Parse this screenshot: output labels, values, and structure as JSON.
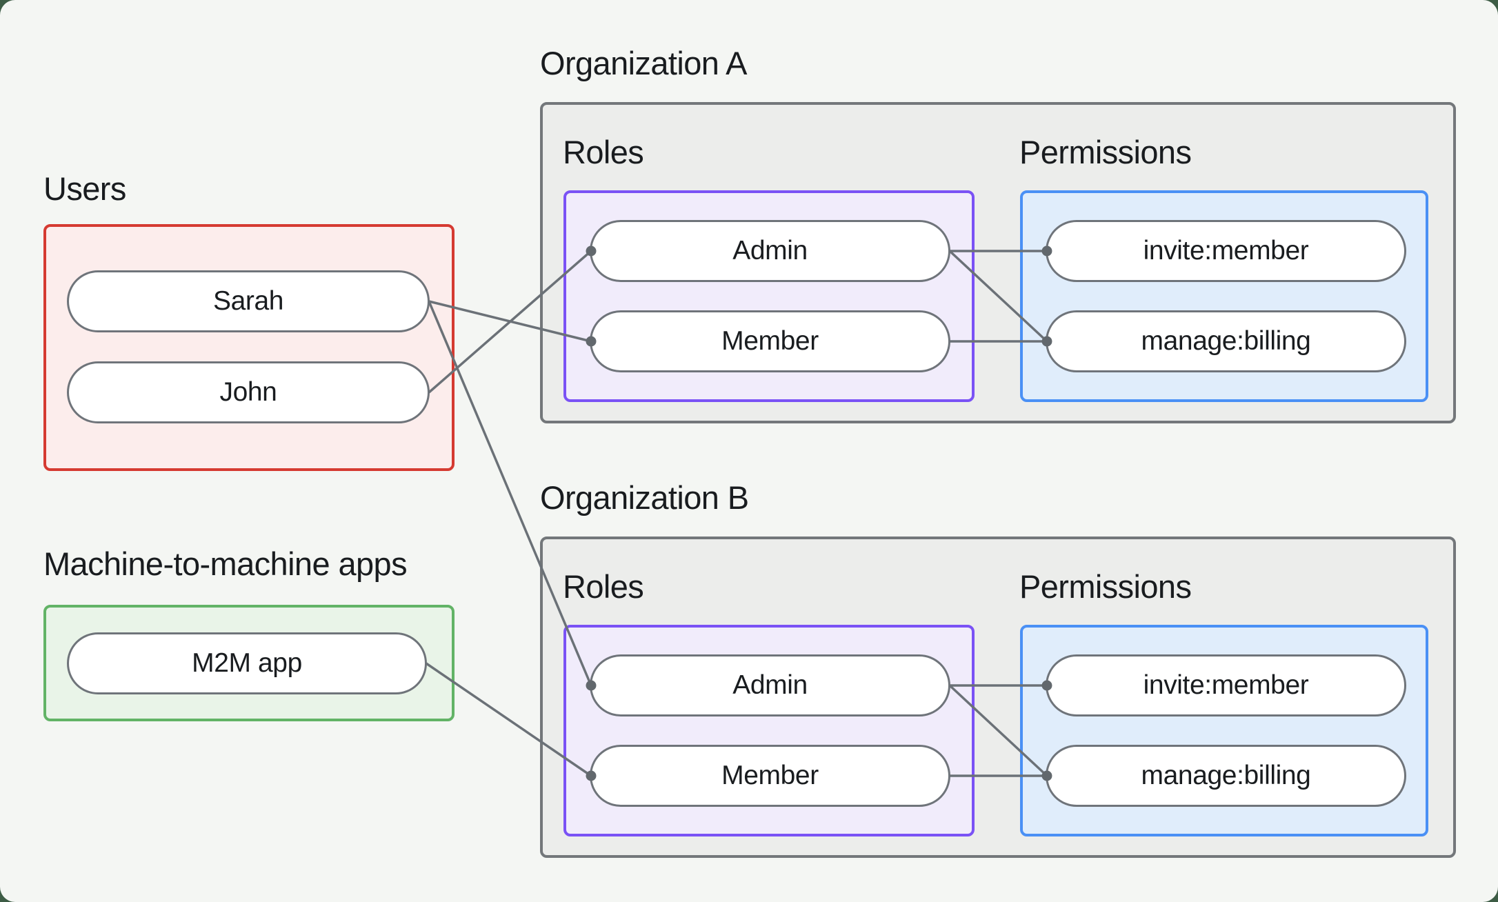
{
  "colors": {
    "backdrop": "#3d5c45",
    "canvas-bg": "#f4f6f3",
    "org-fill": "#ecedeb",
    "org-border": "#73777a",
    "red-border": "#d53a31",
    "red-fill": "#fcedec",
    "green-border": "#62b366",
    "green-fill": "#e9f4e8",
    "purple-border": "#7a52f5",
    "purple-fill": "#f1ecfb",
    "blue-border": "#4a90f5",
    "blue-fill": "#e0edfb",
    "node-border": "#6f747a",
    "node-fill": "#ffffff",
    "edge": "#6b7177",
    "dot": "#62686d",
    "text": "#191c1f"
  },
  "users": {
    "label": "Users",
    "items": [
      {
        "id": "sarah",
        "label": "Sarah"
      },
      {
        "id": "john",
        "label": "John"
      }
    ]
  },
  "m2m": {
    "label": "Machine-to-machine apps",
    "items": [
      {
        "id": "m2m",
        "label": "M2M app"
      }
    ]
  },
  "orgs": [
    {
      "id": "orgA",
      "title": "Organization A",
      "roles_label": "Roles",
      "permissions_label": "Permissions",
      "roles": [
        {
          "id": "orgA-admin",
          "label": "Admin"
        },
        {
          "id": "orgA-member",
          "label": "Member"
        }
      ],
      "permissions": [
        {
          "id": "orgA-invite",
          "label": "invite:member"
        },
        {
          "id": "orgA-manage",
          "label": "manage:billing"
        }
      ]
    },
    {
      "id": "orgB",
      "title": "Organization B",
      "roles_label": "Roles",
      "permissions_label": "Permissions",
      "roles": [
        {
          "id": "orgB-admin",
          "label": "Admin"
        },
        {
          "id": "orgB-member",
          "label": "Member"
        }
      ],
      "permissions": [
        {
          "id": "orgB-invite",
          "label": "invite:member"
        },
        {
          "id": "orgB-manage",
          "label": "manage:billing"
        }
      ]
    }
  ],
  "edges": [
    {
      "from": "sarah",
      "to": "orgA-member"
    },
    {
      "from": "john",
      "to": "orgA-admin"
    },
    {
      "from": "sarah",
      "to": "orgB-admin"
    },
    {
      "from": "m2m",
      "to": "orgB-member"
    },
    {
      "from": "orgA-admin",
      "to": "orgA-invite"
    },
    {
      "from": "orgA-admin",
      "to": "orgA-manage"
    },
    {
      "from": "orgA-member",
      "to": "orgA-manage"
    },
    {
      "from": "orgB-admin",
      "to": "orgB-invite"
    },
    {
      "from": "orgB-admin",
      "to": "orgB-manage"
    },
    {
      "from": "orgB-member",
      "to": "orgB-manage"
    }
  ]
}
